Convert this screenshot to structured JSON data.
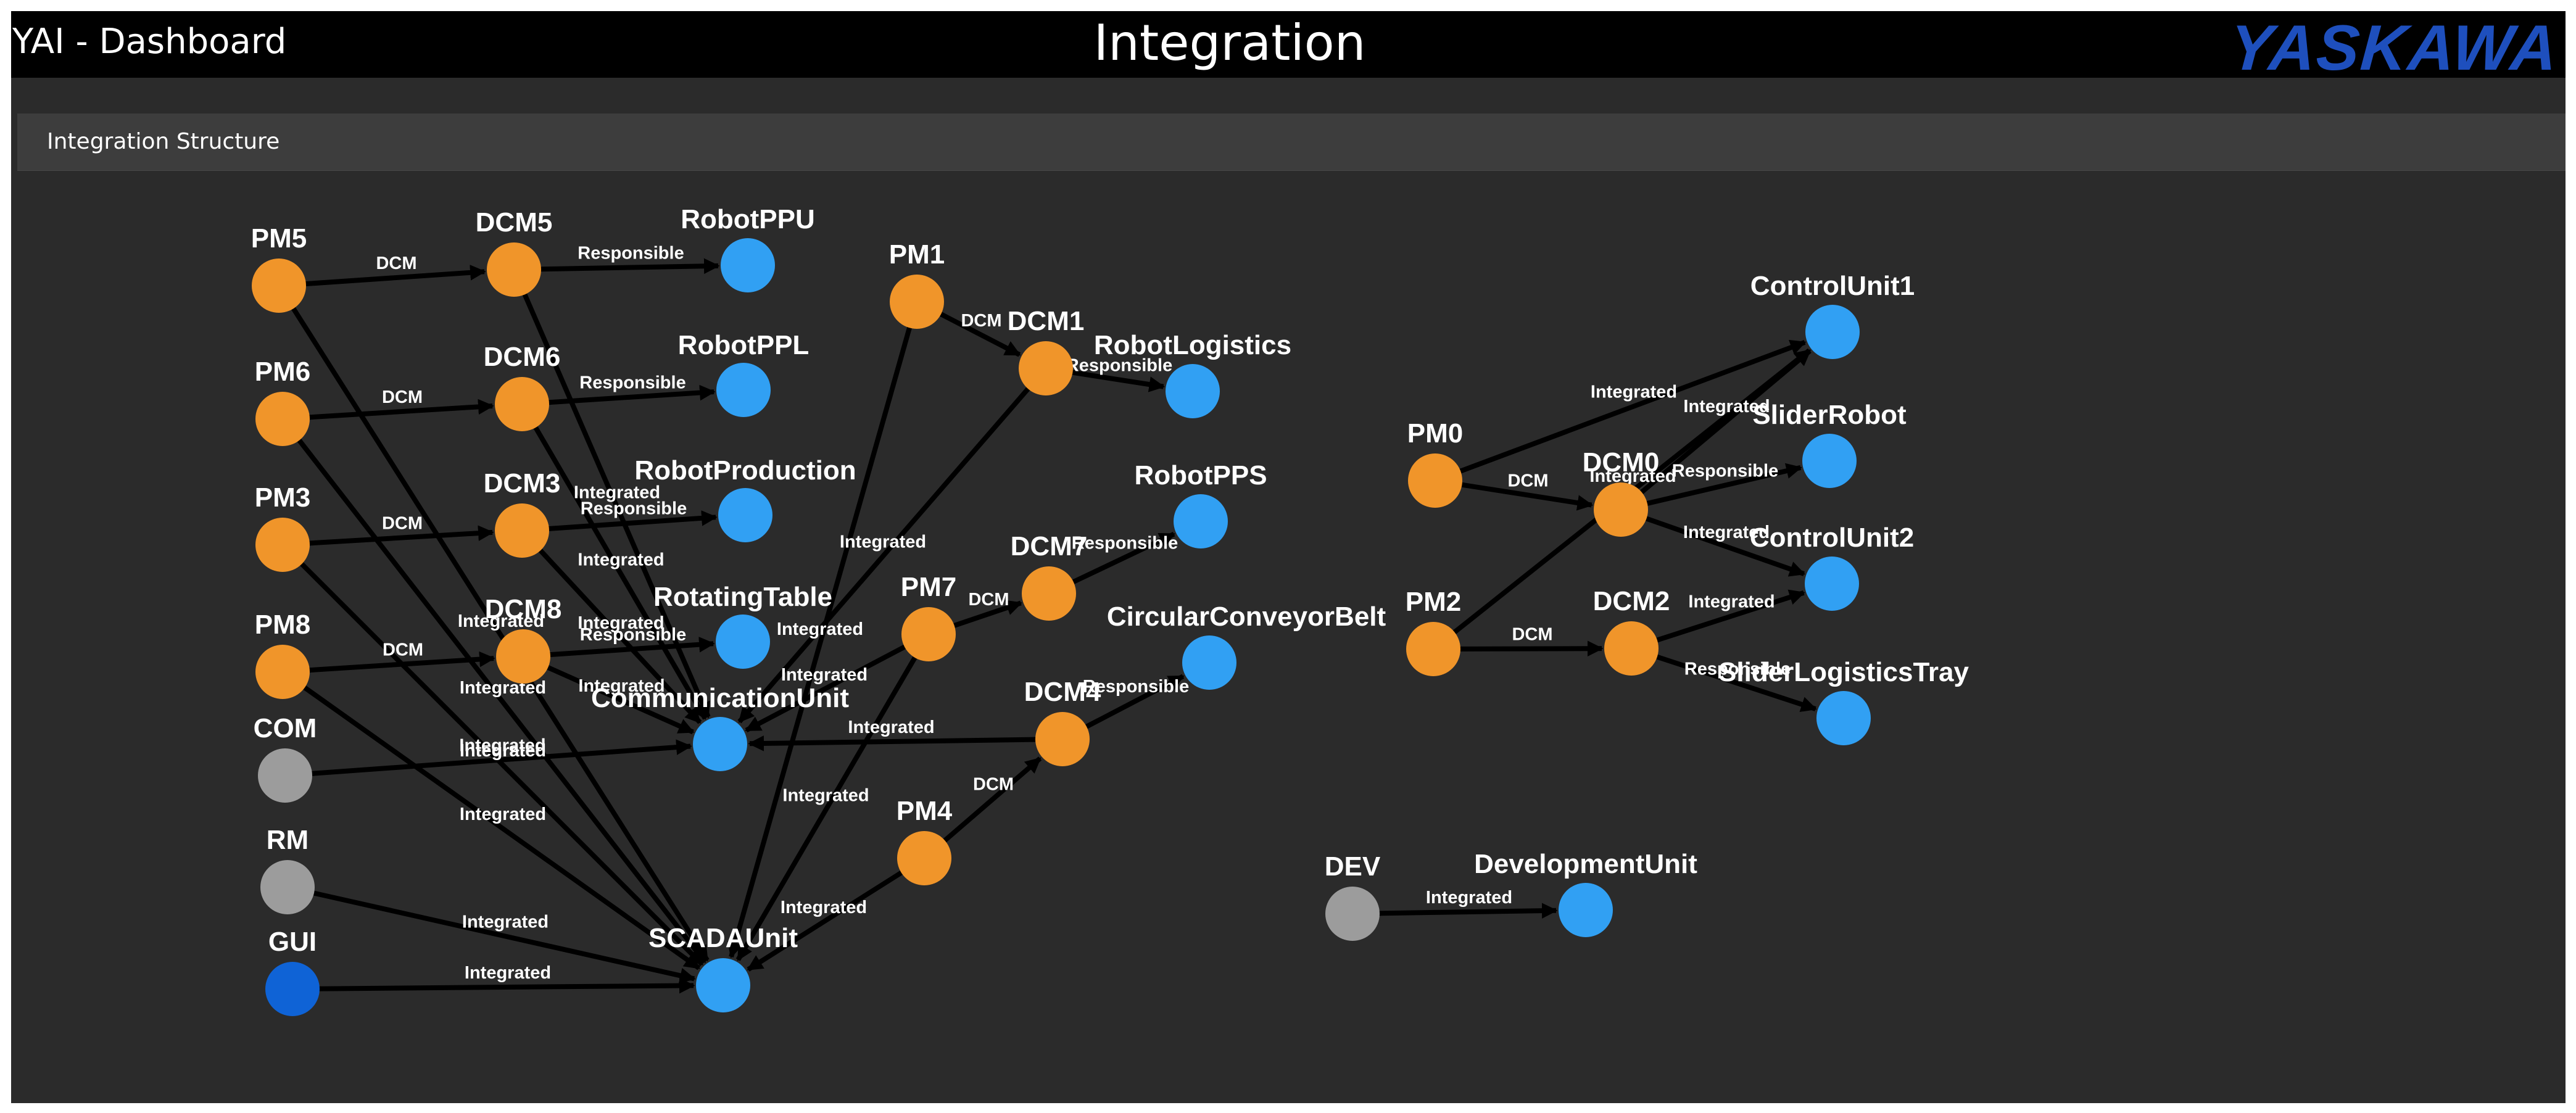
{
  "header": {
    "app_title": "YAI - Dashboard",
    "page_title": "Integration",
    "logo_text": "YASKAWA"
  },
  "section": {
    "title": "Integration Structure"
  },
  "colors": {
    "pm": "#f0952a",
    "unit": "#31a0f3",
    "gray": "#9c9c9c",
    "gui": "#0f63d6",
    "header_bg": "#000000",
    "panel_bg": "#2b2b2b",
    "logo": "#1e4fbd"
  },
  "graph": {
    "nodes": [
      {
        "id": "PM5",
        "label": "PM5",
        "kind": "pm"
      },
      {
        "id": "DCM5",
        "label": "DCM5",
        "kind": "pm"
      },
      {
        "id": "RobotPPU",
        "label": "RobotPPU",
        "kind": "unit"
      },
      {
        "id": "PM6",
        "label": "PM6",
        "kind": "pm"
      },
      {
        "id": "DCM6",
        "label": "DCM6",
        "kind": "pm"
      },
      {
        "id": "RobotPPL",
        "label": "RobotPPL",
        "kind": "unit"
      },
      {
        "id": "PM3",
        "label": "PM3",
        "kind": "pm"
      },
      {
        "id": "DCM3",
        "label": "DCM3",
        "kind": "pm"
      },
      {
        "id": "RobotProduction",
        "label": "RobotProduction",
        "kind": "unit"
      },
      {
        "id": "PM8",
        "label": "PM8",
        "kind": "pm"
      },
      {
        "id": "DCM8",
        "label": "DCM8",
        "kind": "pm"
      },
      {
        "id": "RotatingTable",
        "label": "RotatingTable",
        "kind": "unit"
      },
      {
        "id": "COM",
        "label": "COM",
        "kind": "gray"
      },
      {
        "id": "CommunicationUnit",
        "label": "CommunicationUnit",
        "kind": "unit"
      },
      {
        "id": "RM",
        "label": "RM",
        "kind": "gray"
      },
      {
        "id": "GUI",
        "label": "GUI",
        "kind": "gui"
      },
      {
        "id": "SCADAUnit",
        "label": "SCADAUnit",
        "kind": "unit"
      },
      {
        "id": "PM1",
        "label": "PM1",
        "kind": "pm"
      },
      {
        "id": "DCM1",
        "label": "DCM1",
        "kind": "pm"
      },
      {
        "id": "RobotLogistics",
        "label": "RobotLogistics",
        "kind": "unit"
      },
      {
        "id": "PM7",
        "label": "PM7",
        "kind": "pm"
      },
      {
        "id": "DCM7",
        "label": "DCM7",
        "kind": "pm"
      },
      {
        "id": "RobotPPS",
        "label": "RobotPPS",
        "kind": "unit"
      },
      {
        "id": "CircularConveyorBelt",
        "label": "CircularConveyorBelt",
        "kind": "unit"
      },
      {
        "id": "DCM4",
        "label": "DCM4",
        "kind": "pm"
      },
      {
        "id": "PM4",
        "label": "PM4",
        "kind": "pm"
      },
      {
        "id": "PM0",
        "label": "PM0",
        "kind": "pm"
      },
      {
        "id": "DCM0",
        "label": "DCM0",
        "kind": "pm"
      },
      {
        "id": "ControlUnit1",
        "label": "ControlUnit1",
        "kind": "unit"
      },
      {
        "id": "SliderRobot",
        "label": "SliderRobot",
        "kind": "unit"
      },
      {
        "id": "ControlUnit2",
        "label": "ControlUnit2",
        "kind": "unit"
      },
      {
        "id": "PM2",
        "label": "PM2",
        "kind": "pm"
      },
      {
        "id": "DCM2",
        "label": "DCM2",
        "kind": "pm"
      },
      {
        "id": "SliderLogisticsTray",
        "label": "SliderLogisticsTray",
        "kind": "unit"
      },
      {
        "id": "DEV",
        "label": "DEV",
        "kind": "gray"
      },
      {
        "id": "DevelopmentUnit",
        "label": "DevelopmentUnit",
        "kind": "unit"
      }
    ],
    "edges": [
      {
        "from": "PM5",
        "to": "DCM5",
        "label": "DCM"
      },
      {
        "from": "DCM5",
        "to": "RobotPPU",
        "label": "Responsible"
      },
      {
        "from": "PM6",
        "to": "DCM6",
        "label": "DCM"
      },
      {
        "from": "DCM6",
        "to": "RobotPPL",
        "label": "Responsible"
      },
      {
        "from": "PM3",
        "to": "DCM3",
        "label": "DCM"
      },
      {
        "from": "DCM3",
        "to": "RobotProduction",
        "label": "Responsible"
      },
      {
        "from": "PM8",
        "to": "DCM8",
        "label": "DCM"
      },
      {
        "from": "DCM8",
        "to": "RotatingTable",
        "label": "Responsible"
      },
      {
        "from": "PM1",
        "to": "DCM1",
        "label": "DCM"
      },
      {
        "from": "DCM1",
        "to": "RobotLogistics",
        "label": "Responsible"
      },
      {
        "from": "PM7",
        "to": "DCM7",
        "label": "DCM"
      },
      {
        "from": "DCM7",
        "to": "RobotPPS",
        "label": "Responsible"
      },
      {
        "from": "PM4",
        "to": "DCM4",
        "label": "DCM"
      },
      {
        "from": "DCM4",
        "to": "CircularConveyorBelt",
        "label": "Responsible"
      },
      {
        "from": "PM0",
        "to": "DCM0",
        "label": "DCM"
      },
      {
        "from": "DCM0",
        "to": "SliderRobot",
        "label": "Responsible"
      },
      {
        "from": "PM2",
        "to": "DCM2",
        "label": "DCM"
      },
      {
        "from": "DCM2",
        "to": "SliderLogisticsTray",
        "label": "Responsible"
      },
      {
        "from": "PM0",
        "to": "ControlUnit1",
        "label": "Integrated"
      },
      {
        "from": "DCM0",
        "to": "ControlUnit1",
        "label": "Integrated"
      },
      {
        "from": "PM2",
        "to": "ControlUnit1",
        "label": "Integrated"
      },
      {
        "from": "DCM0",
        "to": "ControlUnit2",
        "label": "Integrated"
      },
      {
        "from": "DCM2",
        "to": "ControlUnit2",
        "label": "Integrated"
      },
      {
        "from": "DEV",
        "to": "DevelopmentUnit",
        "label": "Integrated"
      },
      {
        "from": "COM",
        "to": "CommunicationUnit",
        "label": "Integrated"
      },
      {
        "from": "DCM4",
        "to": "CommunicationUnit",
        "label": "Integrated"
      },
      {
        "from": "PM7",
        "to": "CommunicationUnit",
        "label": "Integrated"
      },
      {
        "from": "DCM1",
        "to": "CommunicationUnit",
        "label": "Integrated"
      },
      {
        "from": "DCM3",
        "to": "CommunicationUnit",
        "label": "Integrated"
      },
      {
        "from": "DCM8",
        "to": "CommunicationUnit",
        "label": "Integrated"
      },
      {
        "from": "DCM6",
        "to": "CommunicationUnit",
        "label": "Integrated"
      },
      {
        "from": "DCM5",
        "to": "CommunicationUnit",
        "label": "Integrated"
      },
      {
        "from": "PM5",
        "to": "SCADAUnit",
        "label": "Integrated"
      },
      {
        "from": "PM6",
        "to": "SCADAUnit",
        "label": "Integrated"
      },
      {
        "from": "PM3",
        "to": "SCADAUnit",
        "label": "Integrated"
      },
      {
        "from": "PM8",
        "to": "SCADAUnit",
        "label": "Integrated"
      },
      {
        "from": "RM",
        "to": "SCADAUnit",
        "label": "Integrated"
      },
      {
        "from": "GUI",
        "to": "SCADAUnit",
        "label": "Integrated"
      },
      {
        "from": "PM1",
        "to": "SCADAUnit",
        "label": "Integrated"
      },
      {
        "from": "PM7",
        "to": "SCADAUnit",
        "label": "Integrated"
      },
      {
        "from": "PM4",
        "to": "SCADAUnit",
        "label": "Integrated"
      }
    ]
  }
}
